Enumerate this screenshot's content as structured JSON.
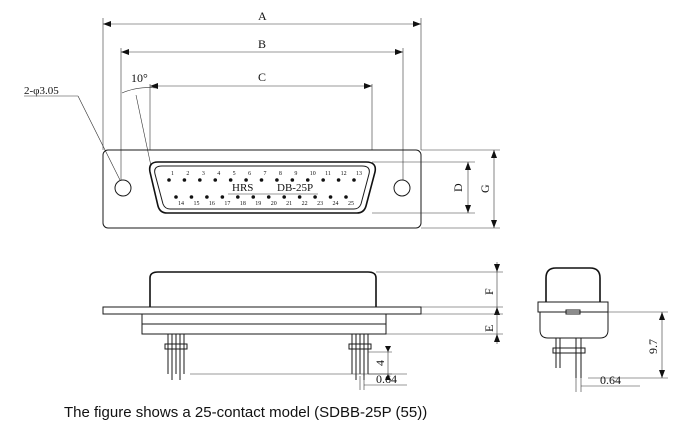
{
  "dimensions": {
    "A": "A",
    "B": "B",
    "C": "C",
    "D": "D",
    "G": "G",
    "F": "F",
    "E": "E",
    "angle": "10°",
    "holes": "2-φ3.05",
    "pin_length": "4",
    "pin_width_front": "0.64",
    "side_height": "9.7",
    "pin_width_side": "0.64"
  },
  "face_labels": {
    "brand": "HRS",
    "model": "DB-25P"
  },
  "pins_top": [
    "1",
    "2",
    "3",
    "4",
    "5",
    "6",
    "7",
    "8",
    "9",
    "10",
    "11",
    "12",
    "13"
  ],
  "pins_bottom": [
    "14",
    "15",
    "16",
    "17",
    "18",
    "19",
    "20",
    "21",
    "22",
    "23",
    "24",
    "25"
  ],
  "caption": "The figure shows a 25-contact model (SDBB-25P (55))"
}
